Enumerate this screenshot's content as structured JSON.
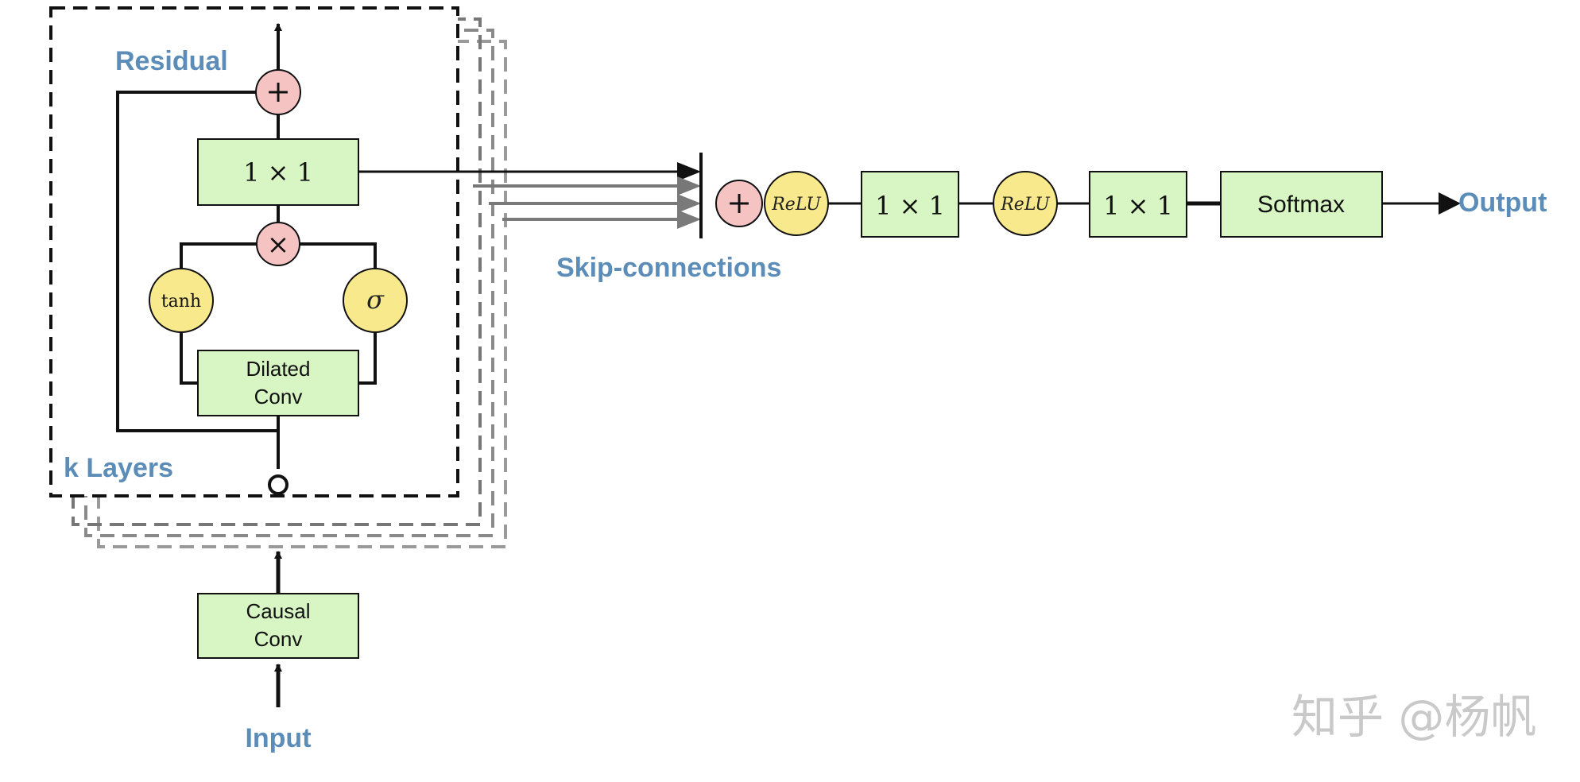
{
  "labels": {
    "residual": "Residual",
    "k_layers": "k Layers",
    "skip_connections": "Skip-connections",
    "input": "Input",
    "output": "Output"
  },
  "blocks": {
    "conv_1x1_layer": "1 × 1",
    "dilated_conv_line1": "Dilated",
    "dilated_conv_line2": "Conv",
    "causal_conv_line1": "Causal",
    "causal_conv_line2": "Conv",
    "post_conv_1": "1 × 1",
    "post_conv_2": "1 × 1",
    "softmax": "Softmax"
  },
  "operators": {
    "residual_add": "+",
    "gate_multiply": "×",
    "tanh": "tanh",
    "sigmoid": "σ",
    "skip_add": "+",
    "relu_1": "ReLU",
    "relu_2": "ReLU"
  },
  "watermark": "知乎 @杨帆",
  "colors": {
    "box_fill": "#d8f5c4",
    "add_mul_node_fill": "#f6c3c3",
    "activation_node_fill": "#f7e98c",
    "label_blue": "#5b8db8",
    "dashed_back": "#8a8a8a"
  }
}
